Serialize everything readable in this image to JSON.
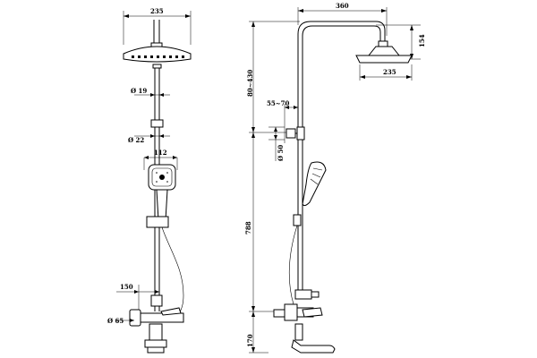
{
  "front_view": {
    "head_width": "235",
    "rail_dia_upper": "Ø 19",
    "rail_dia_lower": "Ø 22",
    "handheld_width": "112",
    "mixer_depth": "150",
    "outlet_dia": "Ø 65"
  },
  "side_view": {
    "arm_length": "360",
    "head_drop": "154",
    "head_width": "235",
    "adjust_range": "80~430",
    "bracket_offset": "55~70",
    "bracket_dia": "Ø 50",
    "riser_height": "788",
    "mixer_height": "170"
  }
}
